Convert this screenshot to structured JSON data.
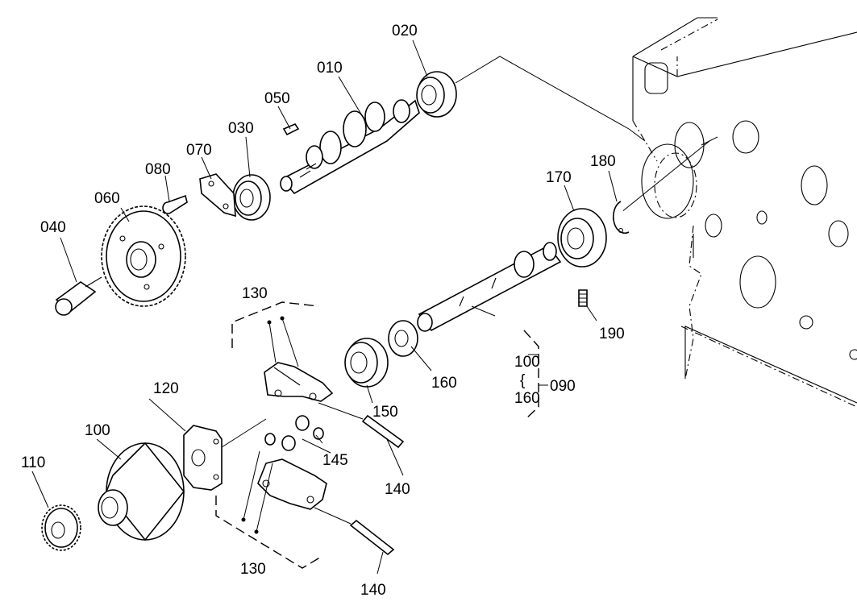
{
  "labels": {
    "p010": "010",
    "p020": "020",
    "p030": "030",
    "p040": "040",
    "p050": "050",
    "p060": "060",
    "p070": "070",
    "p080": "080",
    "p090": "090",
    "p100a": "100",
    "p100b": "100",
    "p110": "110",
    "p120": "120",
    "p130a": "130",
    "p130b": "130",
    "p140a": "140",
    "p140b": "140",
    "p145": "145",
    "p150": "150",
    "p160a": "160",
    "p160b": "160",
    "p170": "170",
    "p180": "180",
    "p190": "190"
  }
}
